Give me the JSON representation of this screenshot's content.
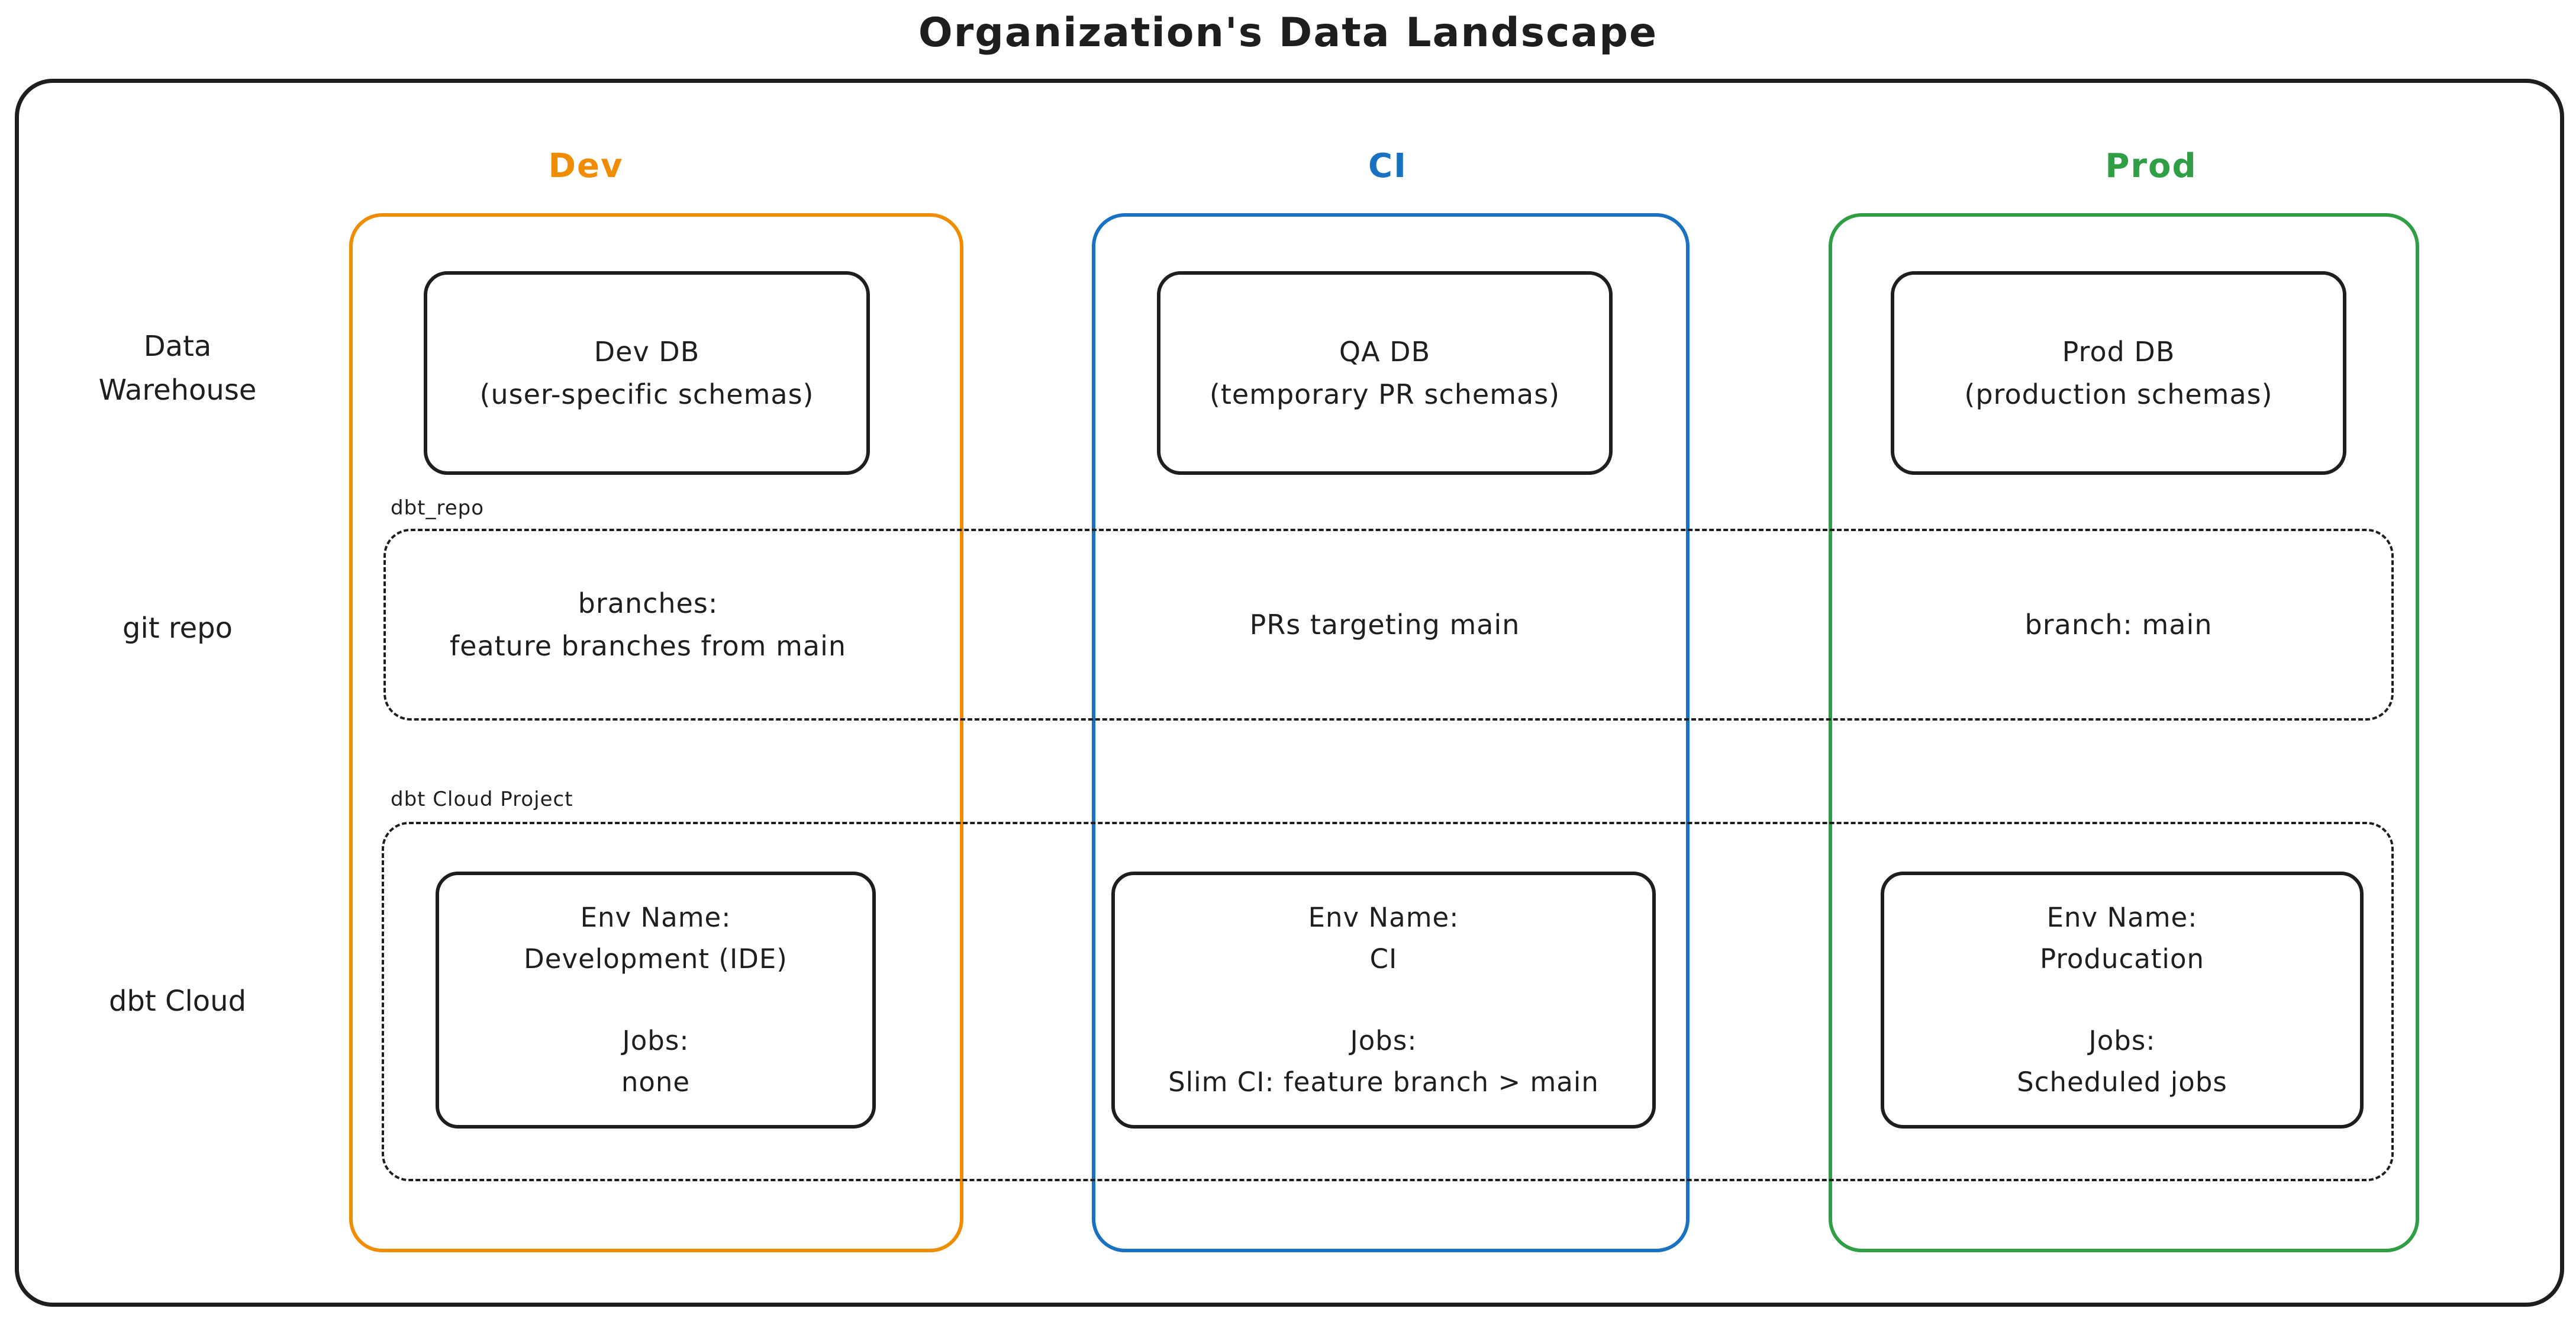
{
  "title": "Organization's Data Landscape",
  "colors": {
    "dev_orange": "#f08c00",
    "ci_blue": "#1971c2",
    "prod_green": "#2f9e44",
    "ink": "#1e1e1e",
    "background": "#ffffff"
  },
  "columns": {
    "dev": {
      "label": "Dev"
    },
    "ci": {
      "label": "CI"
    },
    "prod": {
      "label": "Prod"
    }
  },
  "row_labels": {
    "data_warehouse_line1": "Data",
    "data_warehouse_line2": "Warehouse",
    "git_repo": "git repo",
    "dbt_cloud": "dbt Cloud"
  },
  "data_warehouse_row": {
    "dev": {
      "line1": "Dev DB",
      "line2": "(user-specific schemas)"
    },
    "ci": {
      "line1": "QA DB",
      "line2": "(temporary PR schemas)"
    },
    "prod": {
      "line1": "Prod DB",
      "line2": "(production schemas)"
    }
  },
  "git_repo_row": {
    "container_label": "dbt_repo",
    "dev_line1": "branches:",
    "dev_line2": "feature branches from main",
    "ci": "PRs targeting main",
    "prod": "branch: main"
  },
  "dbt_cloud_row": {
    "container_label": "dbt Cloud Project",
    "dev": {
      "env_label": "Env Name:",
      "env_value": "Development (IDE)",
      "jobs_label": "Jobs:",
      "jobs_value": "none"
    },
    "ci": {
      "env_label": "Env Name:",
      "env_value": "CI",
      "jobs_label": "Jobs:",
      "jobs_value": "Slim CI: feature branch > main"
    },
    "prod": {
      "env_label": "Env Name:",
      "env_value": "Producation",
      "jobs_label": "Jobs:",
      "jobs_value": "Scheduled jobs"
    }
  }
}
